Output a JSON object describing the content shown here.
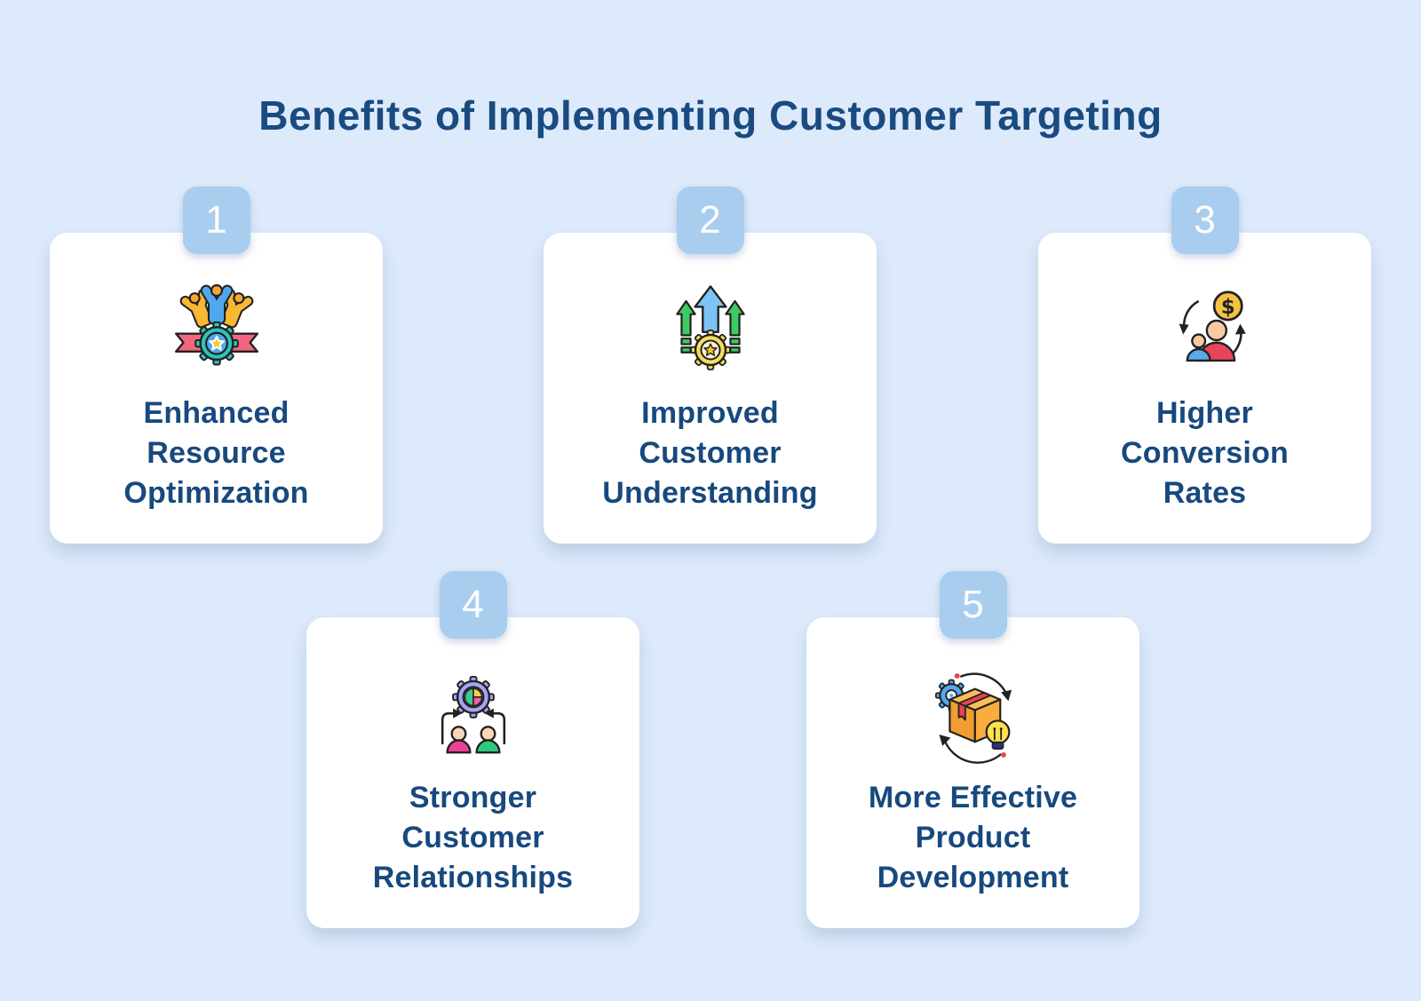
{
  "page": {
    "title": "Benefits of Implementing Customer Targeting",
    "colors": {
      "background": "#DDEAFB",
      "card": "#FFFFFF",
      "badge": "#A9CDEE",
      "badge_text": "#FFFFFF",
      "title_text": "#1A4B80",
      "card_text": "#17497E"
    }
  },
  "cards": [
    {
      "number": "1",
      "icon": "team-achievement-icon",
      "label": "Enhanced Resource Optimization",
      "label_lines": [
        "Enhanced",
        "Resource",
        "Optimization"
      ]
    },
    {
      "number": "2",
      "icon": "growth-arrows-gear-icon",
      "label": "Improved Customer Understanding",
      "label_lines": [
        "Improved",
        "Customer",
        "Understanding"
      ]
    },
    {
      "number": "3",
      "icon": "customers-money-cycle-icon",
      "label": "Higher Conversion Rates",
      "label_lines": [
        "Higher",
        "Conversion",
        "Rates"
      ]
    },
    {
      "number": "4",
      "icon": "gear-pie-chart-people-icon",
      "label": "Stronger Customer Relationships",
      "label_lines": [
        "Stronger",
        "Customer",
        "Relationships"
      ]
    },
    {
      "number": "5",
      "icon": "package-gear-lightbulb-icon",
      "label": "More Effective Product Development",
      "label_lines": [
        "More Effective",
        "Product",
        "Development"
      ]
    }
  ]
}
